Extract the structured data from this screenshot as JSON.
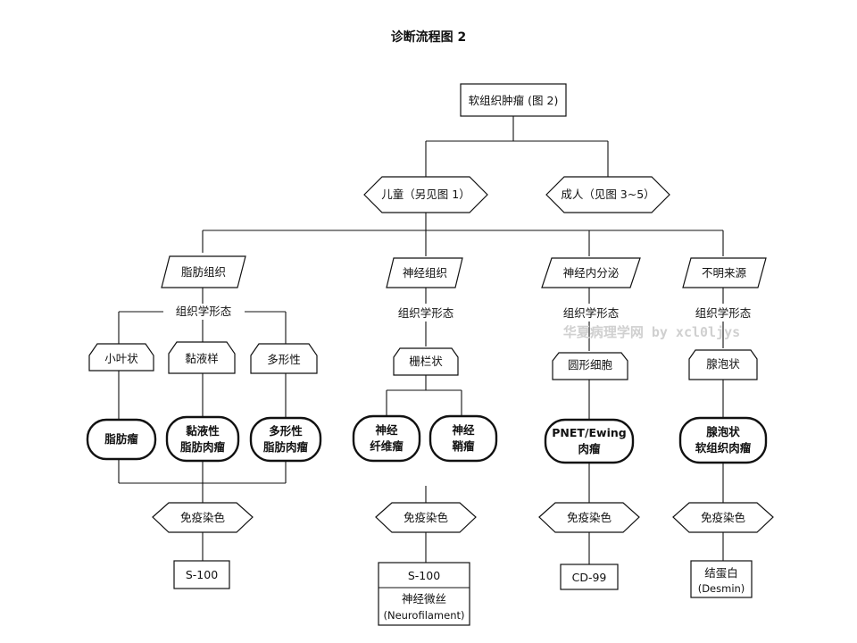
{
  "title": "诊断流程图 2",
  "watermark": "华夏病理学网 by xcl0ljys",
  "root": "软组织肿瘤 (图 2)",
  "decisions": {
    "child": "儿童（另见图 1）",
    "adult": "成人（见图 3~5）"
  },
  "branches": {
    "fat": {
      "tissue": "脂肪组织",
      "morph": "组织学形态",
      "patterns": [
        "小叶状",
        "黏液样",
        "多形性"
      ],
      "tumors": [
        [
          "脂肪瘤"
        ],
        [
          "黏液性",
          "脂肪肉瘤"
        ],
        [
          "多形性",
          "脂肪肉瘤"
        ]
      ],
      "ihc": "免疫染色",
      "marker": [
        "S-100"
      ]
    },
    "neural": {
      "tissue": "神经组织",
      "morph": "组织学形态",
      "patterns": [
        "栅栏状"
      ],
      "tumors": [
        [
          "神经",
          "纤维瘤"
        ],
        [
          "神经",
          "鞘瘤"
        ]
      ],
      "ihc": "免疫染色",
      "marker": [
        "S-100"
      ],
      "marker2": [
        "神经微丝",
        "(Neurofilament)"
      ]
    },
    "neuroendo": {
      "tissue": "神经内分泌",
      "morph": "组织学形态",
      "patterns": [
        "圆形细胞"
      ],
      "tumors": [
        [
          "PNET/Ewing",
          "肉瘤"
        ]
      ],
      "ihc": "免疫染色",
      "marker": [
        "CD-99"
      ]
    },
    "unknown": {
      "tissue": "不明来源",
      "morph": "组织学形态",
      "patterns": [
        "腺泡状"
      ],
      "tumors": [
        [
          "腺泡状",
          "软组织肉瘤"
        ]
      ],
      "ihc": "免疫染色",
      "marker": [
        "结蛋白",
        "(Desmin)"
      ]
    }
  }
}
